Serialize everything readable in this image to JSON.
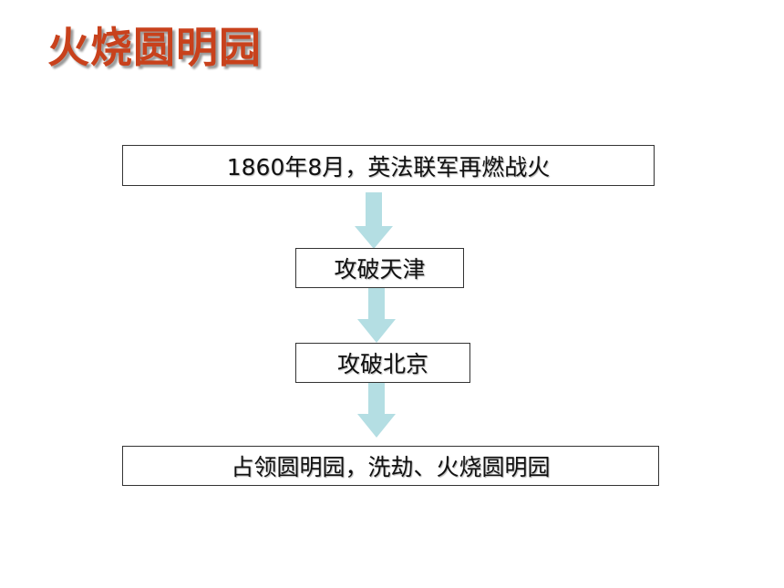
{
  "title": "火烧圆明园",
  "flow": {
    "steps": [
      "1860年8月，英法联军再燃战火",
      "攻破天津",
      "攻破北京",
      "占领圆明园，洗劫、火烧圆明园"
    ],
    "arrow_color": "#b4dee3"
  }
}
